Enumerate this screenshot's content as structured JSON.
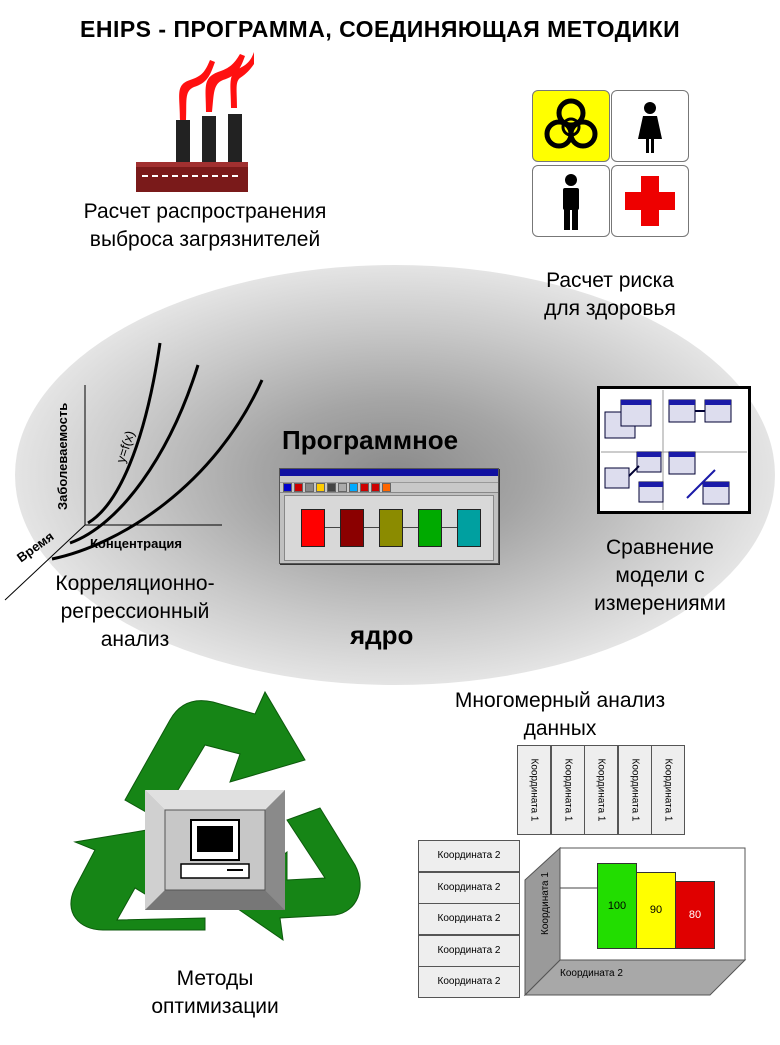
{
  "title": "EHIPS - ПРОГРАММА, СОЕДИНЯЮЩАЯ МЕТОДИКИ",
  "pollution": {
    "caption": "Расчет распространения\nвыброса загрязнителей"
  },
  "risk": {
    "caption": "Расчет риска\nдля здоровья"
  },
  "core": {
    "line1": "Программное",
    "line2": "ядро"
  },
  "regression": {
    "caption": "Корреляционно-\nрегрессионный\nанализ",
    "y_axis": "Заболеваемость",
    "x_axis": "Концентрация",
    "z_axis": "Время",
    "formula": "y=f(x)"
  },
  "comparison": {
    "caption": "Сравнение\nмодели с\nизмерениями"
  },
  "optimization": {
    "caption": "Методы\nоптимизации"
  },
  "multidim": {
    "caption": "Многомерный анализ\nданных",
    "column_label": "Координата 1",
    "columns": [
      "Координата 1",
      "Координата 1",
      "Координата 1",
      "Координата 1",
      "Координата 1"
    ],
    "rows": [
      "Координата 2",
      "Координата 2",
      "Координата 2",
      "Координата 2",
      "Координата 2"
    ],
    "cube_side": "Координата 1",
    "cube_bottom": "Координата 2",
    "bars": [
      {
        "value": "100",
        "color": "#22dd00"
      },
      {
        "value": "90",
        "color": "#ffff00"
      },
      {
        "value": "80",
        "color": "#e00000"
      }
    ]
  },
  "app_blocks": [
    "#ff0000",
    "#8b0000",
    "#8b8b00",
    "#00aa00",
    "#00a0a0"
  ]
}
